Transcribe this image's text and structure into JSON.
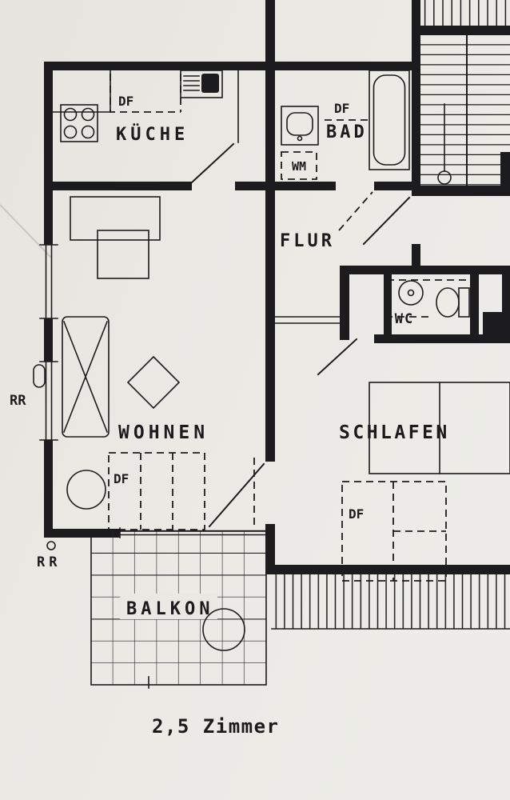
{
  "page": {
    "caption": "2,5 Zimmer"
  },
  "rooms": {
    "kueche": {
      "label": "KÜCHE"
    },
    "bad": {
      "label": "BAD"
    },
    "flur": {
      "label": "FLUR"
    },
    "wc": {
      "label": "WC"
    },
    "wohnen": {
      "label": "WOHNEN"
    },
    "schlafen": {
      "label": "SCHLAFEN"
    },
    "balkon": {
      "label": "BALKON"
    }
  },
  "annotations": {
    "roof_window": "DF",
    "washing_machine": "WM",
    "rain_pipe": "RR"
  },
  "colors": {
    "paper": "#eae8e3",
    "ink": "#1c1c1e"
  }
}
